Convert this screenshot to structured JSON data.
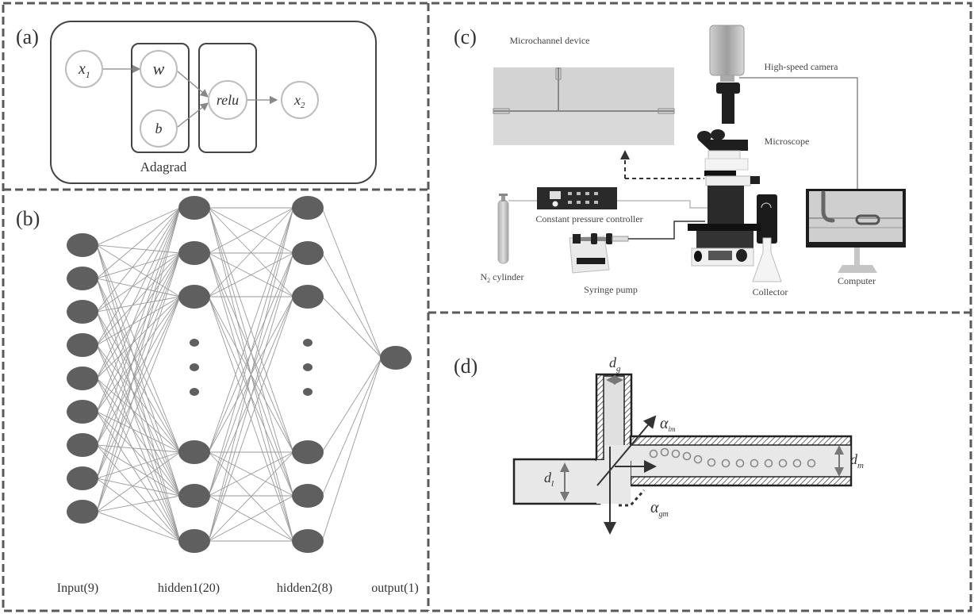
{
  "panels": {
    "a": {
      "label": "(a)",
      "nodes": {
        "x1": "x",
        "x1_sub": "1",
        "w": "w",
        "b": "b",
        "relu": "relu",
        "x2": "x",
        "x2_sub": "2"
      },
      "optimizer_label": "Adagrad"
    },
    "b": {
      "label": "(b)",
      "layers": [
        {
          "name": "Input(9)",
          "visible_nodes": 9
        },
        {
          "name": "hidden1(20)",
          "visible_nodes": 6,
          "ellipsis": true
        },
        {
          "name": "hidden2(8)",
          "visible_nodes": 6,
          "ellipsis": true
        },
        {
          "name": "output(1)",
          "visible_nodes": 1
        }
      ]
    },
    "c": {
      "label": "(c)",
      "components": {
        "microchannel": "Microchannel device",
        "camera": "High-speed camera",
        "microscope": "Microscope",
        "controller": "Constant pressure controller",
        "cylinder": "N",
        "cylinder_sub": "2",
        "cylinder_suffix": " cylinder",
        "pump": "Syringe pump",
        "collector": "Collector",
        "computer": "Computer"
      }
    },
    "d": {
      "label": "(d)",
      "symbols": {
        "dg": "d",
        "dg_sub": "g",
        "dl": "d",
        "dl_sub": "l",
        "dm": "d",
        "dm_sub": "m",
        "alm": "α",
        "alm_sub": "lm",
        "agm": "α",
        "agm_sub": "gm"
      },
      "bubble_count": 13
    }
  },
  "colors": {
    "border": "#555555",
    "node_fill": "#5f5f5f",
    "edge": "#9a9a9a",
    "light_node": "#bdbdbd",
    "channel_fill": "#e6e6e6"
  }
}
